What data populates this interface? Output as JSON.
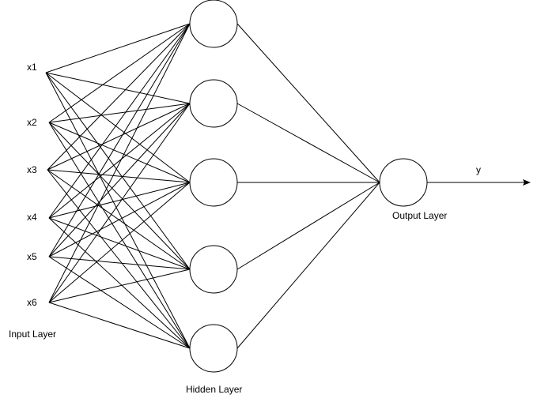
{
  "diagram": {
    "input_layer": {
      "label": "Input Layer",
      "nodes": [
        "x1",
        "x2",
        "x3",
        "x4",
        "x5",
        "x6"
      ]
    },
    "hidden_layer": {
      "label": "Hidden Layer",
      "node_count": 5
    },
    "output_layer": {
      "label": "Output Layer",
      "node_count": 1
    },
    "output": {
      "label": "y"
    },
    "connectivity": "fully-connected",
    "colors": {
      "stroke": "#000000",
      "background": "#ffffff"
    }
  }
}
